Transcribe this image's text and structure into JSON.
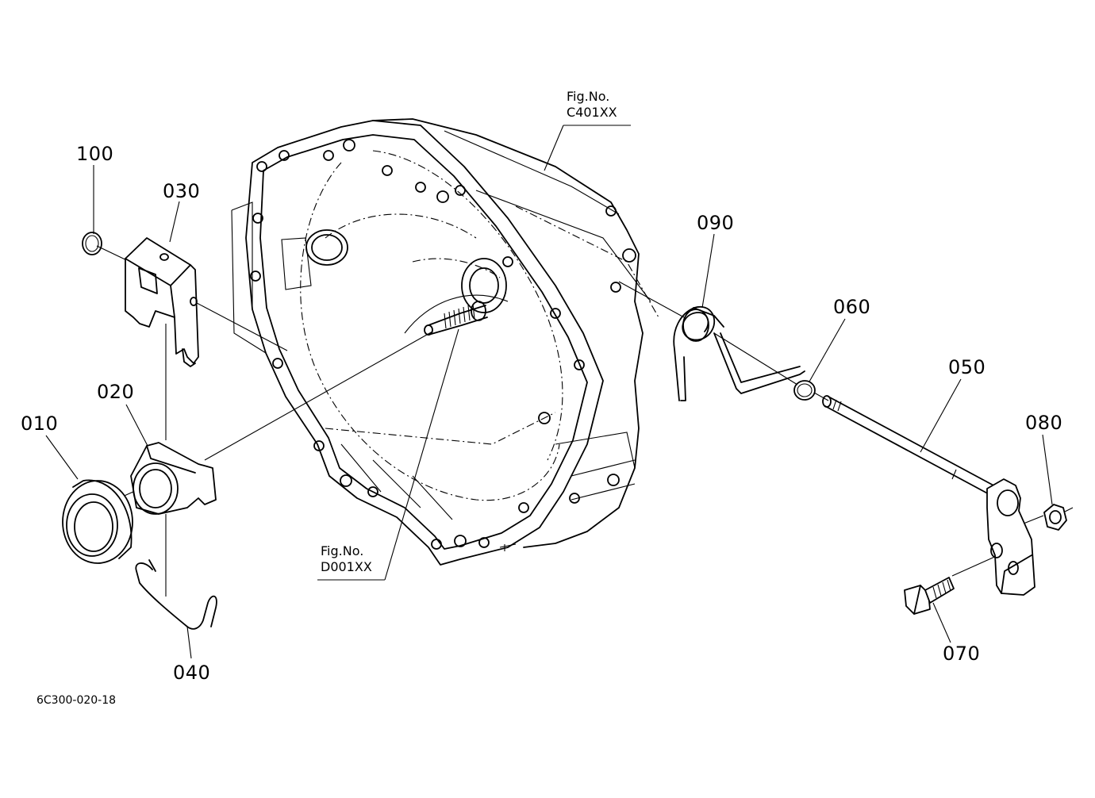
{
  "parts": {
    "p010": "010",
    "p020": "020",
    "p030": "030",
    "p040": "040",
    "p050": "050",
    "p060": "060",
    "p070": "070",
    "p080": "080",
    "p090": "090",
    "p100": "100"
  },
  "refs": {
    "upper": {
      "line1": "Fig.No.",
      "line2": "C401XX"
    },
    "lower": {
      "line1": "Fig.No.",
      "line2": "D001XX"
    }
  },
  "figure_code": "6C300-020-18"
}
